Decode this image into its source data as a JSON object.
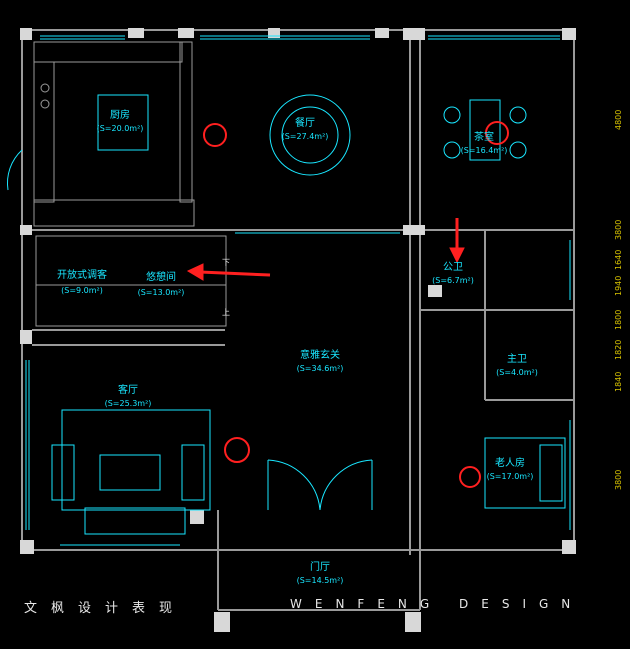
{
  "rooms": [
    {
      "key": "kitchen",
      "name": "厨房",
      "area": "(S=20.0m²)"
    },
    {
      "key": "dining",
      "name": "餐厅",
      "area": "(S=27.4m²)"
    },
    {
      "key": "tea",
      "name": "茶室",
      "area": "(S=16.4m²)"
    },
    {
      "key": "public_wc",
      "name": "公卫",
      "area": "(S=6.7m²)"
    },
    {
      "key": "master_wc",
      "name": "主卫",
      "area": "(S=4.0m²)"
    },
    {
      "key": "elder",
      "name": "老人房",
      "area": "(S=17.0m²)"
    },
    {
      "key": "entrance",
      "name": "意雅玄关",
      "area": "(S=34.6m²)"
    },
    {
      "key": "living",
      "name": "客厅",
      "area": "(S=25.3m²)"
    },
    {
      "key": "leisure",
      "name": "悠憩间",
      "area": "(S=13.0m²)"
    },
    {
      "key": "study",
      "name": "开放式调客",
      "area": "(S=9.0m²)"
    },
    {
      "key": "foyer",
      "name": "门厅",
      "area": "(S=14.5m²)"
    }
  ],
  "stair_marks": {
    "down": "下",
    "up": "上"
  },
  "footer": {
    "left": "文枫设计表现",
    "right": "WENFENG DESIGN"
  },
  "dimensions": [
    "4800",
    "3800",
    "1640",
    "1940",
    "1800",
    "1820",
    "1840",
    "3800"
  ],
  "colors": {
    "wall": "#9a9a9a",
    "line": "#19e6ff",
    "mark": "#ff2020",
    "dim": "#d9c400",
    "text": "#19e6ff"
  }
}
